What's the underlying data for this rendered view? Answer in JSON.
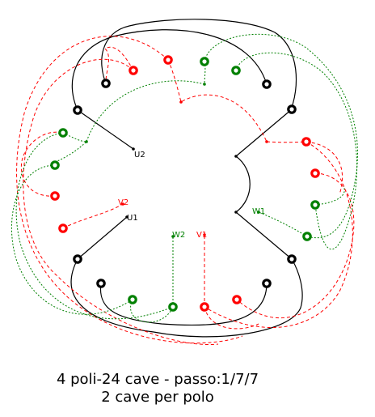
{
  "caption": {
    "line1": "4 poli-24 cave - passo:1/7/7",
    "line2": "2 cave per polo"
  },
  "colors": {
    "phase_u": "#000000",
    "phase_v": "#ff0000",
    "phase_w": "#008000",
    "background": "#ffffff"
  },
  "terminals": {
    "u1": "U1",
    "u2": "U2",
    "v1": "V1",
    "v2": "V2",
    "w1": "W1",
    "w2": "W2"
  }
}
